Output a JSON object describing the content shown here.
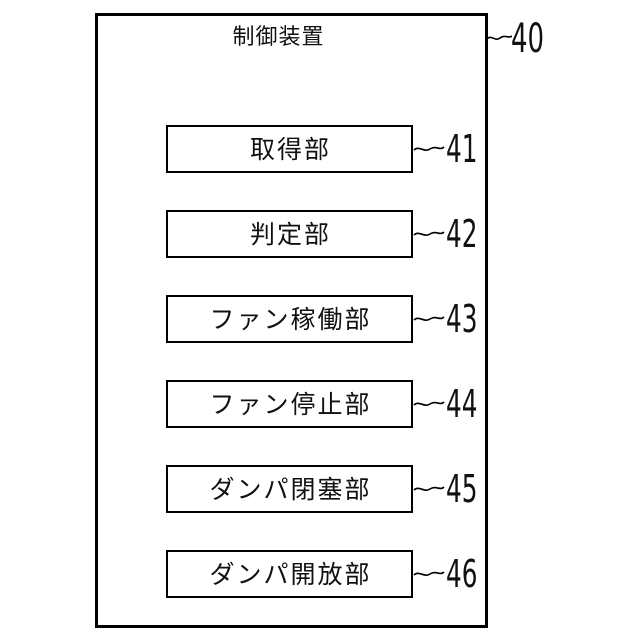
{
  "figure": {
    "device": {
      "label": "制御装置",
      "ref": "40"
    },
    "units": [
      {
        "label": "取得部",
        "ref": "41"
      },
      {
        "label": "判定部",
        "ref": "42"
      },
      {
        "label": "ファン稼働部",
        "ref": "43"
      },
      {
        "label": "ファン停止部",
        "ref": "44"
      },
      {
        "label": "ダンパ閉塞部",
        "ref": "45"
      },
      {
        "label": "ダンパ開放部",
        "ref": "46"
      }
    ],
    "colors": {
      "line": "#000000",
      "text": "#111111",
      "background": "#ffffff"
    }
  }
}
